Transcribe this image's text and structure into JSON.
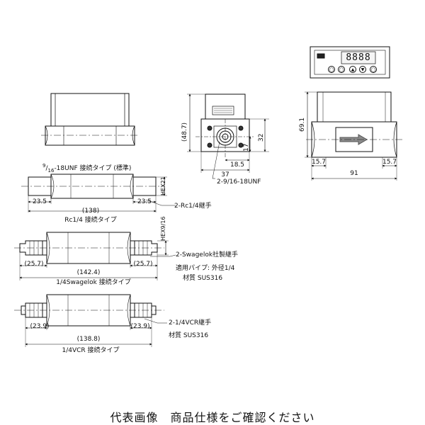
{
  "views": {
    "front_top": {},
    "side": {
      "height_label": "(48.7)",
      "port_height": "17",
      "total_height": "32",
      "port_width": "18.5",
      "total_width": "37",
      "thread_callout": "2-9/16-18UNF"
    },
    "panel": {
      "display": "8888",
      "buttons": [
        "◯",
        "◯",
        "▲",
        "▼",
        "◯"
      ]
    },
    "right": {
      "height_label": "69.1",
      "left_offset": "15.7",
      "right_offset": "15.7",
      "width": "91"
    }
  },
  "types": [
    {
      "title_parts": [
        "9",
        "16",
        "-18UNF 接続タイプ (標準)"
      ],
      "hex_label": "HEX21",
      "left_dim": "23.5",
      "right_dim": "23.5",
      "total_dim": "(138)",
      "fitting_note": "2-Rc1/4継手",
      "caption": "Rc1/4 接続タイプ"
    },
    {
      "hex_label": "HEX9/16",
      "left_dim": "(25.7)",
      "right_dim": "(25.7)",
      "total_dim": "(142.4)",
      "fitting_note": "2-Swagelok社製継手",
      "pipe_note": "適用パイプ: 外径1/4",
      "material_note": "材質 SUS316",
      "caption": "1/4Swagelok 接続タイプ"
    },
    {
      "left_dim": "(23.9)",
      "right_dim": "(23.9)",
      "total_dim": "(138.8)",
      "fitting_note": "2-1/4VCR継手",
      "material_note": "材質 SUS316",
      "caption": "1/4VCR 接続タイプ"
    }
  ],
  "footer": {
    "text": "代表画像　商品仕様をご確認ください"
  }
}
